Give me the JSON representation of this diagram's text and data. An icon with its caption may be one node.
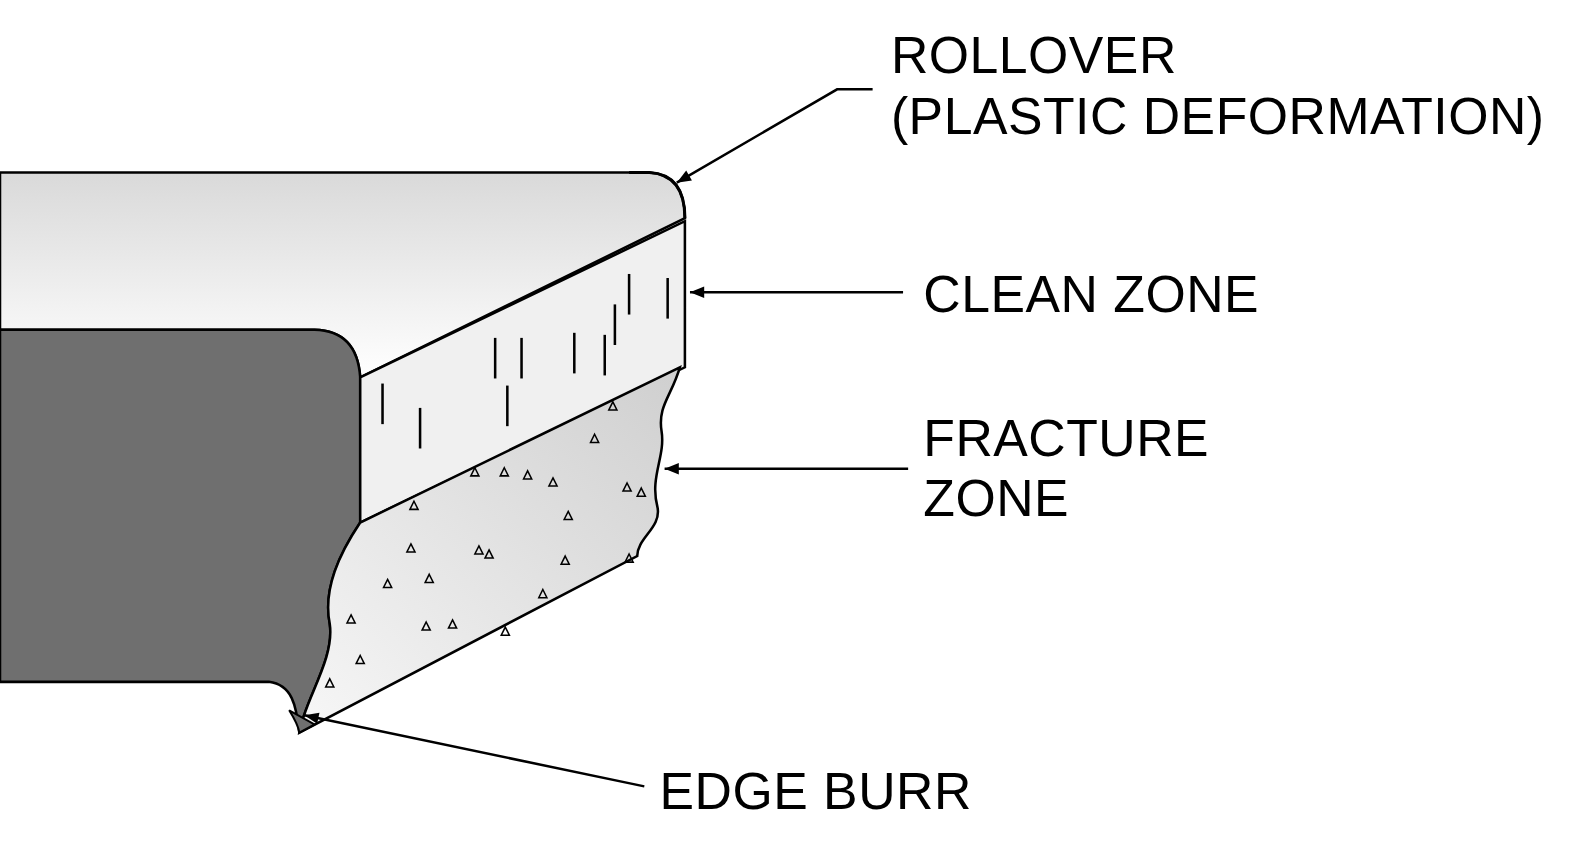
{
  "diagram": {
    "nodes": [
      {
        "text": [
          "ROLLOVER (PLASTIC DEFORMATION)"
        ]
      },
      {
        "text": [],
        "shape": "picture"
      },
      {
        "text": [
          "CLEAN ZONE"
        ]
      },
      {
        "text": [],
        "shape": "picture"
      },
      {
        "text": [
          "FRACTURE ZONE"
        ]
      },
      {
        "text": [],
        "shape": "picture"
      },
      {
        "text": [
          "EDGE BURR"
        ]
      },
      {
        "text": [],
        "shape": "picture"
      }
    ],
    "edges": [
      {
        "from": 0,
        "to": 1,
        "arrow": "to"
      },
      {
        "from": 2,
        "to": 3,
        "arrow": "to"
      },
      {
        "from": 4,
        "to": 5,
        "arrow": "to"
      },
      {
        "from": 6,
        "to": 7,
        "arrow": "to"
      }
    ]
  }
}
